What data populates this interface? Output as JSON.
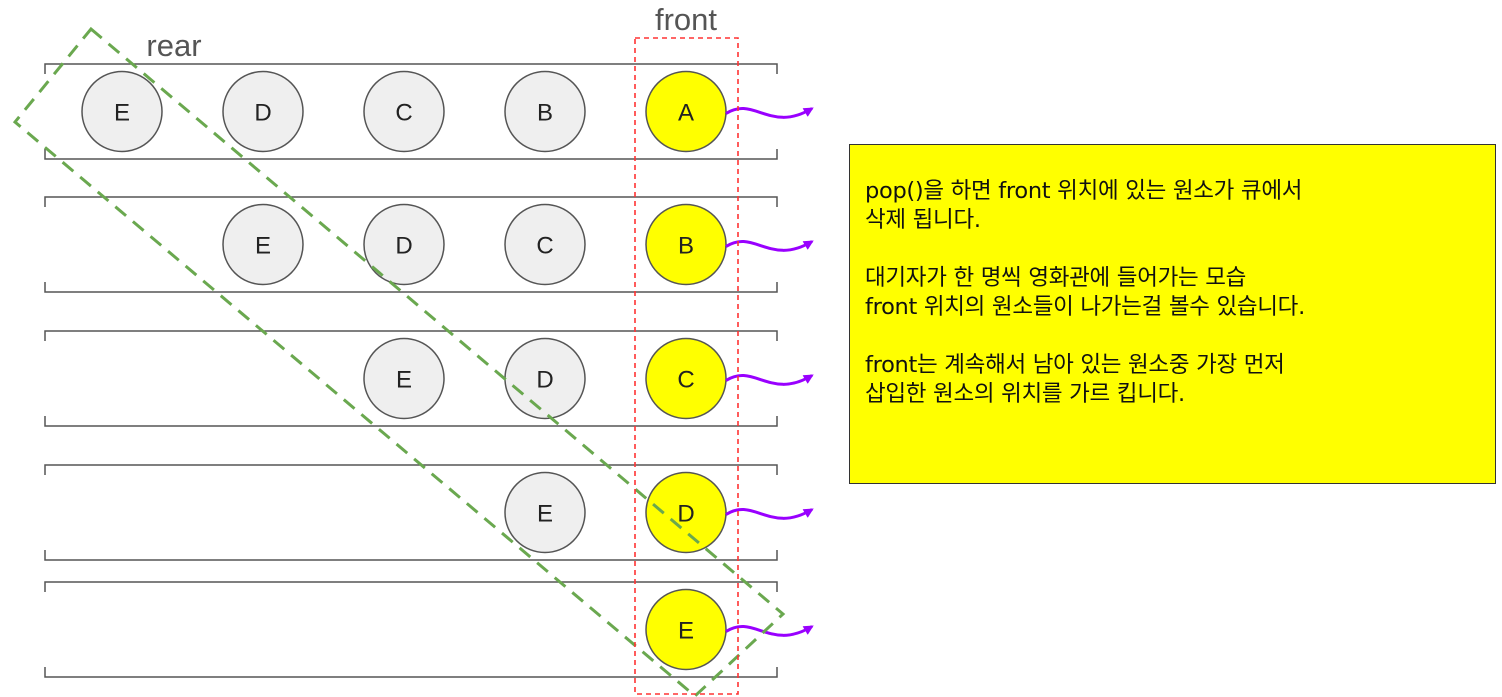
{
  "labels": {
    "front": "front",
    "rear": "rear"
  },
  "queue_states": [
    {
      "items": [
        "E",
        "D",
        "C",
        "B",
        "A"
      ]
    },
    {
      "items": [
        "E",
        "D",
        "C",
        "B"
      ]
    },
    {
      "items": [
        "E",
        "D",
        "C"
      ]
    },
    {
      "items": [
        "E",
        "D"
      ]
    },
    {
      "items": [
        "E"
      ]
    }
  ],
  "note": {
    "lines": [
      "pop()을 하면 front  위치에 있는 원소가 큐에서",
      "삭제 됩니다.",
      "",
      "대기자가 한 명씩 영화관에 들어가는 모습",
      "front 위치의 원소들이 나가는걸 볼수 있습니다.",
      "",
      "front는 계속해서 남아 있는 원소중 가장 먼저",
      "삽입한 원소의 위치를 가르 킵니다."
    ]
  },
  "colors": {
    "front_node": "#ffff00",
    "queued_node": "#efefef",
    "front_marker": "#ff3333",
    "rear_marker": "#6aa84f",
    "exit_arrow": "#9900ff",
    "note_background": "#ffff00"
  }
}
